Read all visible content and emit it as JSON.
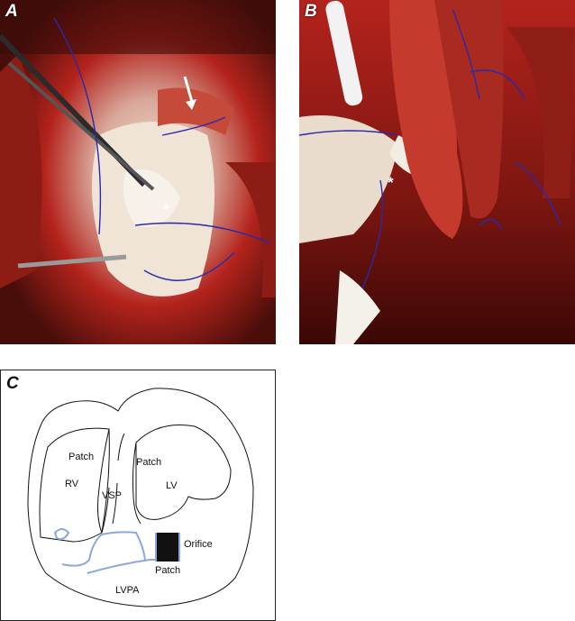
{
  "figure": {
    "panels": [
      {
        "letter": "A",
        "marker": "*"
      },
      {
        "letter": "B",
        "marker": "*"
      },
      {
        "letter": "C"
      }
    ],
    "diagram_labels": {
      "patch_rv": "Patch",
      "rv": "RV",
      "vsp": "VSP",
      "patch_lv": "Patch",
      "lv": "LV",
      "orifice": "Orifice",
      "patch_bottom": "Patch",
      "lvpa": "LVPA"
    },
    "colors": {
      "tissue_dark": "#5a1410",
      "tissue_red": "#b3231c",
      "tissue_light": "#e8d8c8",
      "suture_blue": "#2a2aa8",
      "diagram_patch_line": "#8aa8d8"
    }
  }
}
